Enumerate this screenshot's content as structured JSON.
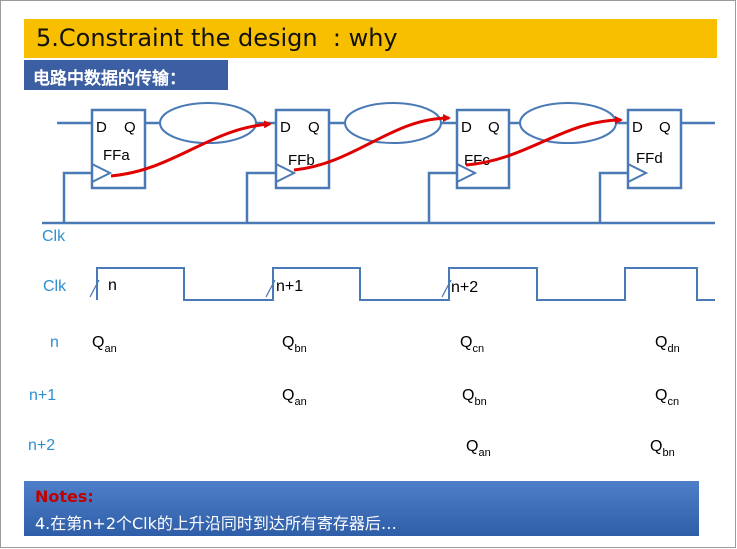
{
  "title": "5.Constraint the design  : why",
  "subtitle": "电路中数据的传输：",
  "flip_flops": [
    {
      "name": "FFa",
      "d": "D",
      "q": "Q"
    },
    {
      "name": "FFb",
      "d": "D",
      "q": "Q"
    },
    {
      "name": "FFc",
      "d": "D",
      "q": "Q"
    },
    {
      "name": "FFd",
      "d": "D",
      "q": "Q"
    }
  ],
  "clk_net_label": "Clk",
  "waveform": {
    "label": "Clk",
    "edge_labels": [
      "n",
      "n+1",
      "n+2"
    ]
  },
  "cycle_rows": [
    {
      "label": "n",
      "cells": [
        "Q",
        "an",
        "Q",
        "bn",
        "Q",
        "cn",
        "Q",
        "dn"
      ]
    },
    {
      "label": "n+1",
      "cells": [
        "Q",
        "an",
        "Q",
        "bn",
        "Q",
        "cn"
      ]
    },
    {
      "label": "n+2",
      "cells": [
        "Q",
        "an",
        "Q",
        "bn"
      ]
    }
  ],
  "notes": {
    "label": "Notes:",
    "text": "4.在第n+2个Clk的上升沿同时到达所有寄存器后…"
  },
  "colors": {
    "title_bg": "#f8bf00",
    "subtitle_bg": "#3c5fa3",
    "wire": "#4a7ab5",
    "data_arrow": "#e00000",
    "label_text": "#2e8fd0",
    "notes_bg": "#3a6cb8",
    "notes_label": "#c00000"
  }
}
